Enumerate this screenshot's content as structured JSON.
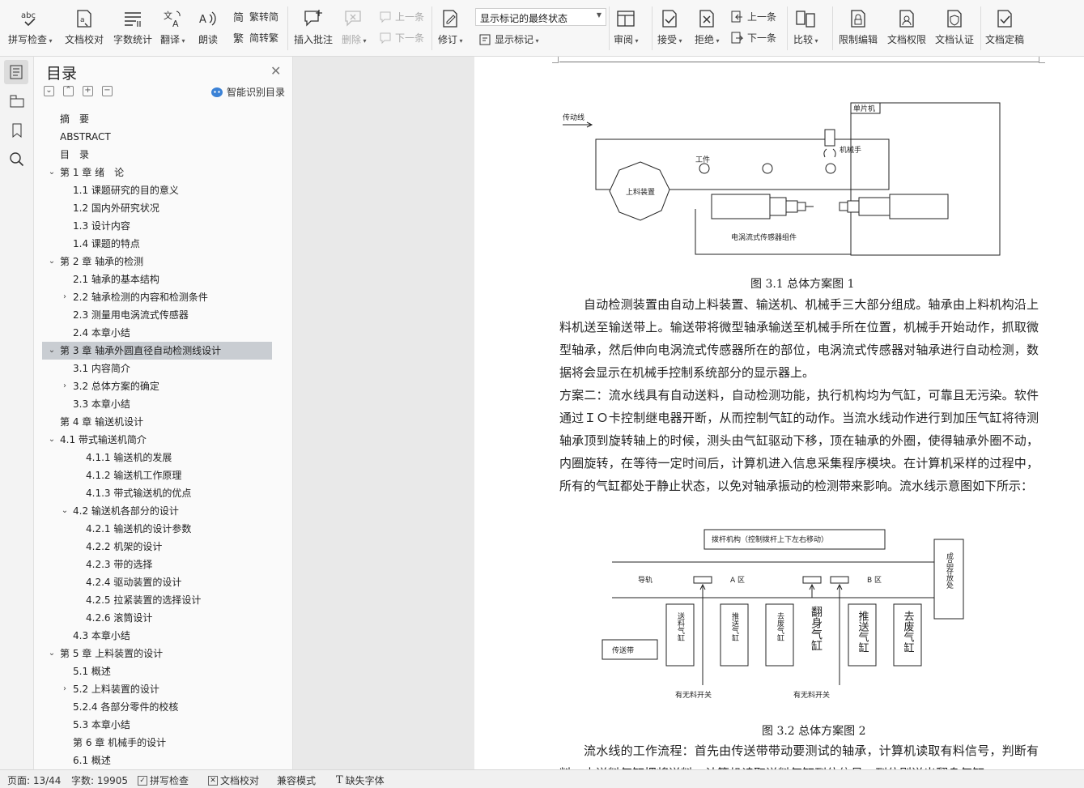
{
  "ribbon": {
    "spell_check": "拼写检查",
    "doc_proof": "文档校对",
    "word_count": "字数统计",
    "translate": "翻译",
    "read_aloud": "朗读",
    "to_simplified": "繁转简",
    "to_traditional": "简转繁",
    "insert_comment": "插入批注",
    "delete": "删除",
    "prev_comment": "上一条",
    "next_comment": "下一条",
    "revise": "修订",
    "display_state": "显示标记的最终状态",
    "show_marks": "显示标记",
    "review": "审阅",
    "accept": "接受",
    "reject": "拒绝",
    "prev_change": "上一条",
    "next_change": "下一条",
    "compare": "比较",
    "restrict_edit": "限制编辑",
    "doc_permission": "文档权限",
    "doc_auth": "文档认证",
    "doc_finalize": "文档定稿"
  },
  "toc": {
    "title": "目录",
    "smart_label": "智能识别目录",
    "items": [
      {
        "label": "摘　要",
        "level": 0,
        "tw": ""
      },
      {
        "label": "ABSTRACT",
        "level": 0,
        "tw": ""
      },
      {
        "label": "目　录",
        "level": 0,
        "tw": ""
      },
      {
        "label": "第 1 章  绪　论",
        "level": 0,
        "tw": "v"
      },
      {
        "label": "1.1 课题研究的目的意义",
        "level": 1,
        "tw": ""
      },
      {
        "label": "1.2 国内外研究状况",
        "level": 1,
        "tw": ""
      },
      {
        "label": "1.3 设计内容",
        "level": 1,
        "tw": ""
      },
      {
        "label": "1.4 课题的特点",
        "level": 1,
        "tw": ""
      },
      {
        "label": "第 2 章  轴承的检测",
        "level": 0,
        "tw": "v"
      },
      {
        "label": "2.1  轴承的基本结构",
        "level": 1,
        "tw": ""
      },
      {
        "label": "2.2  轴承检测的内容和检测条件",
        "level": 1,
        "tw": ">"
      },
      {
        "label": "2.3  测量用电涡流式传感器",
        "level": 1,
        "tw": ""
      },
      {
        "label": "2.4 本章小结",
        "level": 1,
        "tw": ""
      },
      {
        "label": "第 3 章  轴承外圆直径自动检测线设计",
        "level": 0,
        "tw": "v"
      },
      {
        "label": "3.1  内容简介",
        "level": 1,
        "tw": ""
      },
      {
        "label": "3.2 总体方案的确定",
        "level": 1,
        "tw": ">"
      },
      {
        "label": "3.3 本章小结",
        "level": 1,
        "tw": ""
      },
      {
        "label": "第 4 章  输送机设计",
        "level": 0,
        "tw": ""
      },
      {
        "label": "4.1  带式输送机简介",
        "level": 0,
        "tw": "v"
      },
      {
        "label": "4.1.1 输送机的发展",
        "level": 2,
        "tw": ""
      },
      {
        "label": "4.1.2 输送机工作原理",
        "level": 2,
        "tw": ""
      },
      {
        "label": "4.1.3 带式输送机的优点",
        "level": 2,
        "tw": ""
      },
      {
        "label": "4.2  输送机各部分的设计",
        "level": 1,
        "tw": "v"
      },
      {
        "label": "4.2.1 输送机的设计参数",
        "level": 2,
        "tw": ""
      },
      {
        "label": "4.2.2 机架的设计",
        "level": 2,
        "tw": ""
      },
      {
        "label": "4.2.3  带的选择",
        "level": 2,
        "tw": ""
      },
      {
        "label": "4.2.4  驱动装置的设计",
        "level": 2,
        "tw": ""
      },
      {
        "label": "4.2.5  拉紧装置的选择设计",
        "level": 2,
        "tw": ""
      },
      {
        "label": "4.2.6 滚筒设计",
        "level": 2,
        "tw": ""
      },
      {
        "label": "4.3 本章小结",
        "level": 1,
        "tw": ""
      },
      {
        "label": "第 5 章  上料装置的设计",
        "level": 0,
        "tw": "v"
      },
      {
        "label": "5.1  概述",
        "level": 1,
        "tw": ""
      },
      {
        "label": "5.2  上料装置的设计",
        "level": 1,
        "tw": ">"
      },
      {
        "label": "5.2.4 各部分零件的校核",
        "level": 1,
        "tw": ""
      },
      {
        "label": "5.3 本章小结",
        "level": 1,
        "tw": ""
      },
      {
        "label": "第 6 章  机械手的设计",
        "level": 1,
        "tw": ""
      },
      {
        "label": "6.1  概述",
        "level": 1,
        "tw": ""
      }
    ],
    "selected_index": 13
  },
  "doc": {
    "fig1": {
      "caption": "图 3.1  总体方案图 1",
      "labels": {
        "belt": "传动线",
        "mcu": "单片机",
        "manipulator": "机械手",
        "workpiece": "工件",
        "loader": "上料装置",
        "sensor": "电涡流式传感器组件"
      }
    },
    "para1": "自动检测装置由自动上料装置、输送机、机械手三大部分组成。轴承由上料机构沿上料机送至输送带上。输送带将微型轴承输送至机械手所在位置，机械手开始动作，抓取微型轴承，然后伸向电涡流式传感器所在的部位，电涡流式传感器对轴承进行自动检测，数据将会显示在机械手控制系统部分的显示器上。",
    "para2": "方案二：流水线具有自动送料，自动检测功能，执行机构均为气缸，可靠且无污染。软件通过ＩＯ卡控制继电器开断，从而控制气缸的动作。当流水线动作进行到加压气缸将待测轴承顶到旋转轴上的时候，测头由气缸驱动下移，顶在轴承的外圈，使得轴承外圈不动，内圈旋转，在等待一定时间后，计算机进入信息采集程序模块。在计算机采样的过程中，所有的气缸都处于静止状态，以免对轴承振动的检测带来影响。流水线示意图如下所示：",
    "fig2": {
      "caption": "图 3.2  总体方案图 2",
      "labels": {
        "top": "拨杆机构（控制拨杆上下左右移动）",
        "store": "成品存放处",
        "guide": "导轨",
        "zone_a": "A 区",
        "zone_b": "B 区",
        "belt": "传送带",
        "feed": "送料气缸",
        "push1": "推送气缸",
        "waste1": "去废气缸",
        "flip": "翻身气缸",
        "push2": "推送气缸",
        "waste2": "去废气缸",
        "switch1": "有无料开关",
        "switch2": "有无料开关"
      }
    },
    "para3": "流水线的工作流程：首先由传送带带动要测试的轴承，计算机读取有料信号，判断有料，由送料气缸把将送料，计算机读取送料气缸到位信号，到位则送出翻身气缸"
  },
  "status": {
    "page": "页面: 13/44",
    "words": "字数: 19905",
    "spell": "拼写检查",
    "proof": "文档校对",
    "compat": "兼容模式",
    "missing_font": "缺失字体"
  }
}
